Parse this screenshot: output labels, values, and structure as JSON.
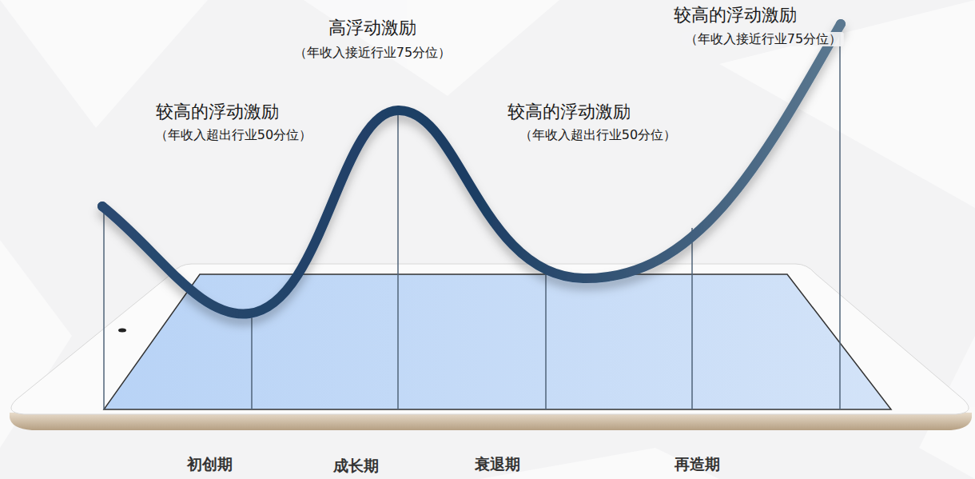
{
  "diagram": {
    "labels": [
      "较高的浮动激励",
      "（年收入超出行业50分位）",
      "高浮动激励",
      "（年收入接近行业75分位）",
      "较高的浮动激励",
      "（年收入超出行业50分位）",
      "较高的浮动激励",
      "（年收入接近行业75分位）",
      "初创期",
      "成长期",
      "衰退期",
      "再造期"
    ]
  }
}
